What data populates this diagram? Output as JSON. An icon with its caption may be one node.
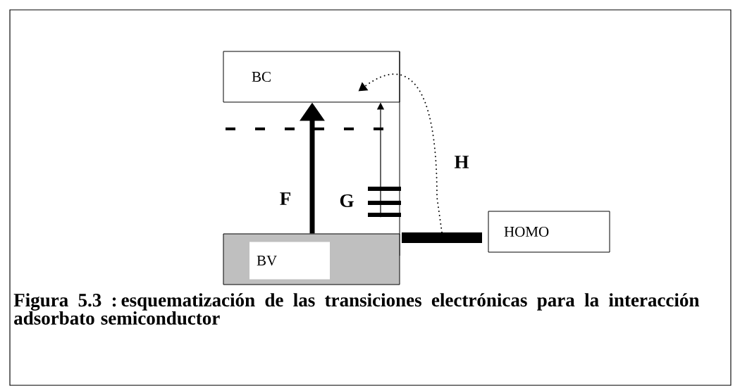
{
  "diagram": {
    "caption": "Figura 5.3 : esquematización de las transiciones electrónicas para la interacción adsorbato semiconductor",
    "nodes": [
      {
        "text": [
          "BC"
        ]
      },
      {
        "text": [
          "BV"
        ]
      },
      {
        "text": [
          "HOMO"
        ]
      },
      {
        "text": [],
        "shape": "bar"
      },
      {
        "text": [],
        "shape": "bar"
      },
      {
        "text": [],
        "shape": "bar"
      },
      {
        "text": [],
        "shape": "bar"
      }
    ],
    "edges": [
      {
        "from": 1,
        "to": 0,
        "arrow": "to",
        "label": "F",
        "style": "thick"
      },
      {
        "from": 6,
        "to": 0,
        "arrow": "to",
        "label": "G"
      },
      {
        "from": 3,
        "to": 0,
        "arrow": "to",
        "label": "H",
        "style": "dashed"
      }
    ]
  }
}
